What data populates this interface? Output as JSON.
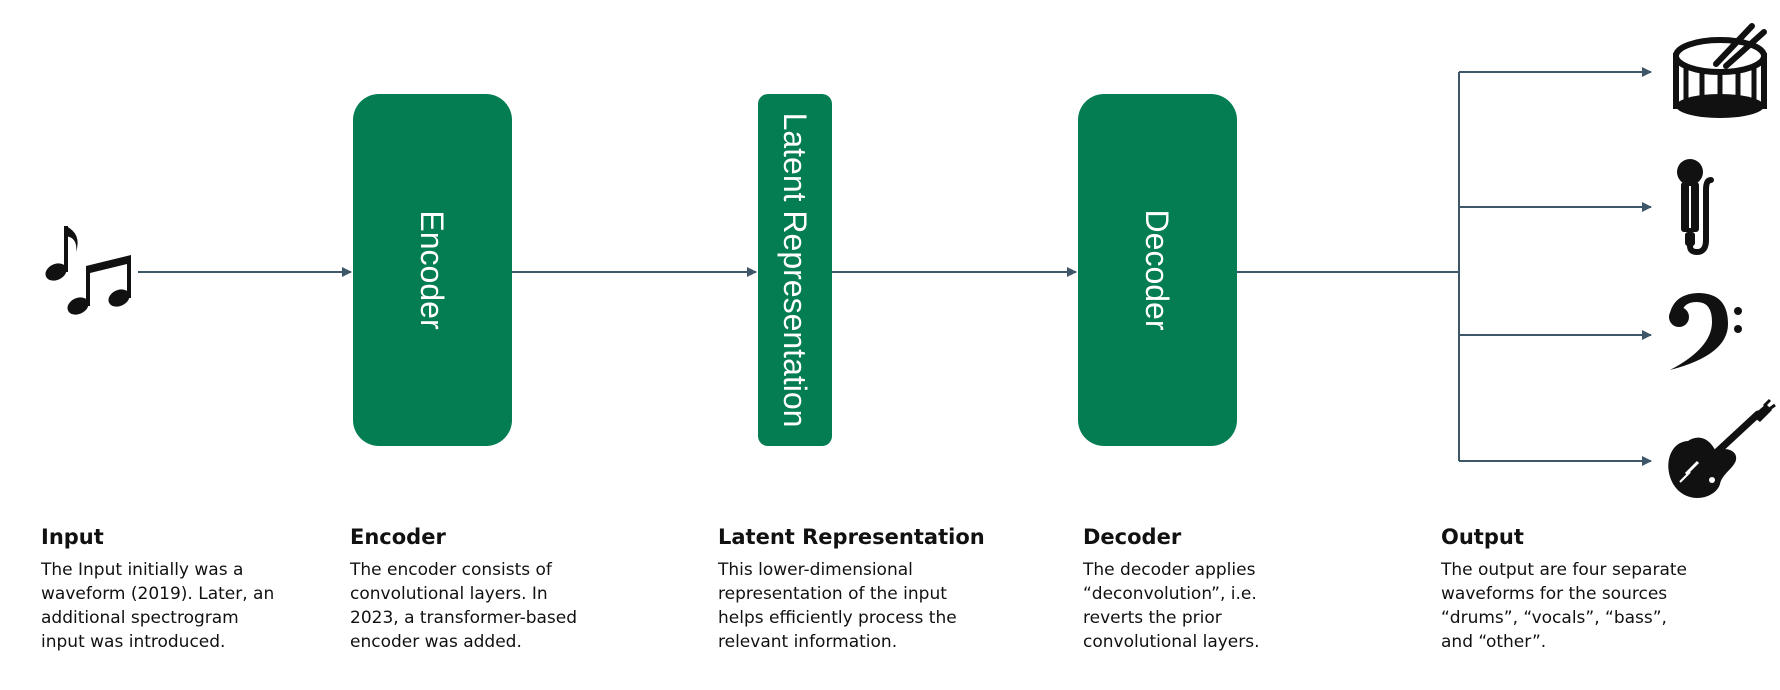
{
  "colors": {
    "box_fill": "#047D52",
    "arrow": "#3D5668",
    "icon": "#111111"
  },
  "boxes": {
    "encoder": "Encoder",
    "latent": "Latent Representation",
    "decoder": "Decoder"
  },
  "icons": {
    "input": "music-notes-icon",
    "outputs": [
      "drum-icon",
      "microphone-icon",
      "bass-clef-icon",
      "electric-guitar-icon"
    ]
  },
  "descriptions": {
    "input": {
      "title": "Input",
      "lines": [
        "The Input initially was a",
        "waveform (2019). Later, an",
        "additional spectrogram",
        "input was introduced."
      ]
    },
    "encoder": {
      "title": "Encoder",
      "lines": [
        "The encoder consists of",
        "convolutional layers. In",
        "2023, a transformer-based",
        "encoder was added."
      ]
    },
    "latent": {
      "title": "Latent Representation",
      "lines": [
        "This lower-dimensional",
        "representation of the input",
        "helps efficiently process the",
        "relevant information."
      ]
    },
    "decoder": {
      "title": "Decoder",
      "lines": [
        "The decoder applies",
        "“deconvolution”, i.e.",
        "reverts the prior",
        "convolutional layers."
      ]
    },
    "output": {
      "title": "Output",
      "lines": [
        "The output are four separate",
        "waveforms for the sources",
        "“drums”, “vocals”, “bass”,",
        "and “other”."
      ]
    }
  }
}
